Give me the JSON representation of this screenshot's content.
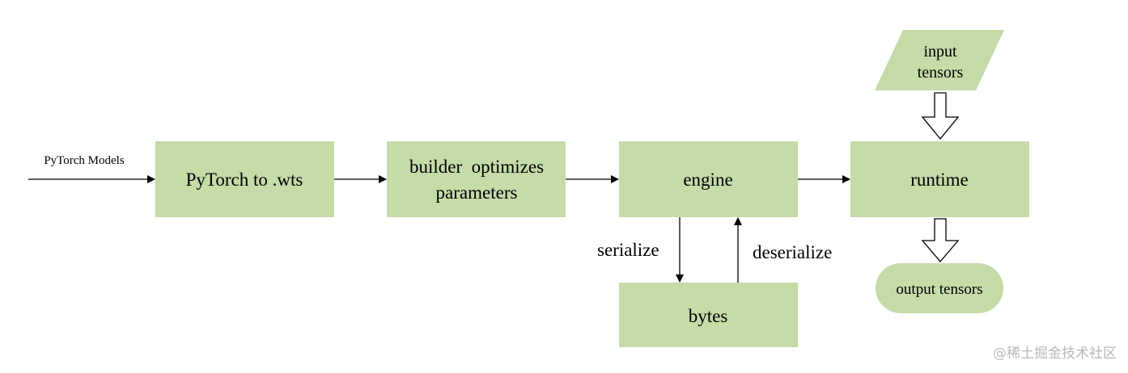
{
  "colors": {
    "box_fill": "#c5dba8",
    "line": "#000000",
    "watermark": "#b8b8b8"
  },
  "input_label": "PyTorch Models",
  "nodes": {
    "pytorch_to_wts": "PyTorch to .wts",
    "builder_line1": "builder  optimizes",
    "builder_line2": "parameters",
    "engine": "engine",
    "runtime": "runtime",
    "bytes": "bytes",
    "input_tensors_line1": "input",
    "input_tensors_line2": "tensors",
    "output_tensors": "output tensors"
  },
  "edges": {
    "serialize": "serialize",
    "deserialize": "deserialize"
  },
  "watermark": "@稀土掘金技术社区"
}
